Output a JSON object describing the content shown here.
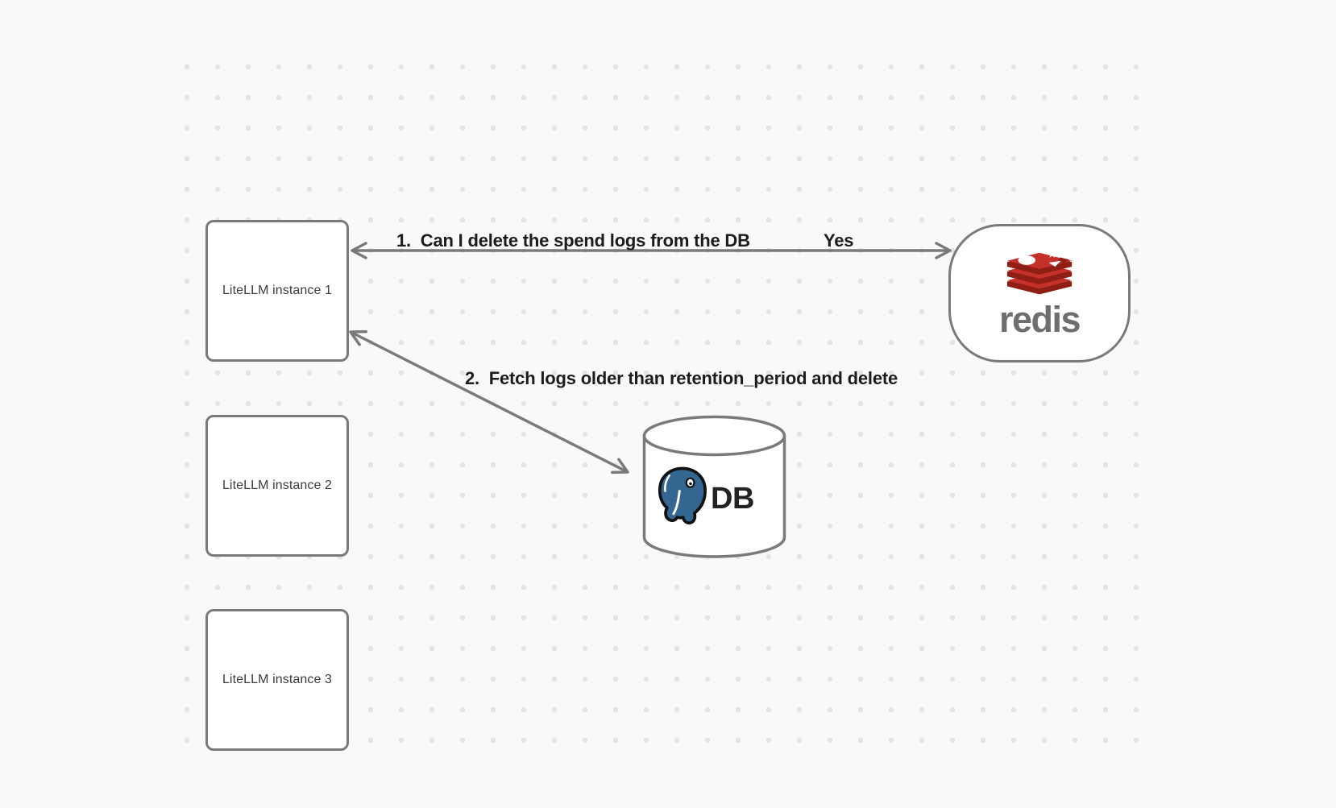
{
  "diagram": {
    "instances": [
      {
        "label": "LiteLLM instance 1"
      },
      {
        "label": "LiteLLM instance 2"
      },
      {
        "label": "LiteLLM instance 3"
      }
    ],
    "redis_node": {
      "wordmark": "redis",
      "icon": "redis-stacked-cushions-logo"
    },
    "db_node": {
      "label": "DB",
      "icon": "postgresql-elephant-logo"
    },
    "arrows": [
      {
        "label": "1.  Can I delete the spend logs from the DB",
        "response_label": "Yes",
        "from": "LiteLLM instance 1",
        "to": "redis",
        "heads": "both"
      },
      {
        "label": "2.  Fetch logs older than retention_period and delete",
        "from": "LiteLLM instance 1",
        "to": "DB",
        "heads": "both"
      }
    ],
    "colors": {
      "canvas_bg": "#f9f9f9",
      "grid_dot": "#e4e4e4",
      "shape_stroke": "#7a7a7a",
      "shape_fill": "#ffffff",
      "message_text": "#1c1c1c",
      "node_text": "#3c3c3c",
      "redis_red": "#c6302b",
      "redis_dark_red": "#8f1f15",
      "redis_wordmark_gray": "#6e6e6e",
      "postgres_blue": "#336791",
      "db_text": "#232323"
    }
  }
}
